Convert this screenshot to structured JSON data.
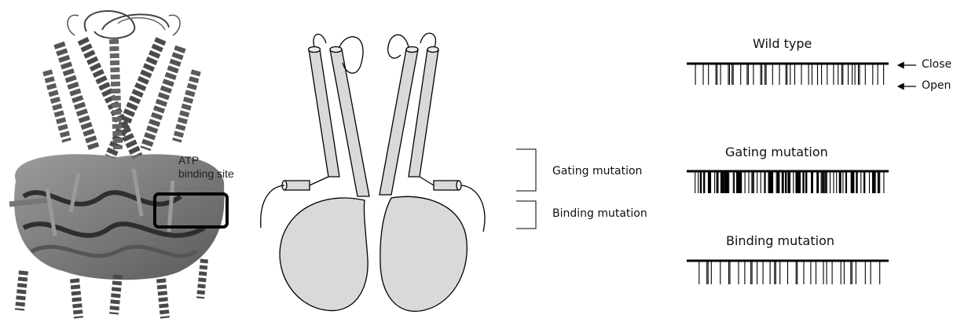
{
  "protein": {
    "atp_label_line1": "ATP",
    "atp_label_line2": "binding site",
    "highlight_color": "#000000"
  },
  "schematic": {
    "gating_label": "Gating mutation",
    "binding_label": "Binding mutation",
    "fill_color": "#d9d9d9"
  },
  "traces": {
    "wild_type_title": "Wild type",
    "gating_title": "Gating mutation",
    "binding_title": "Binding mutation",
    "close_label": "Close",
    "open_label": "Open",
    "arrow_icon": "left-arrow"
  }
}
